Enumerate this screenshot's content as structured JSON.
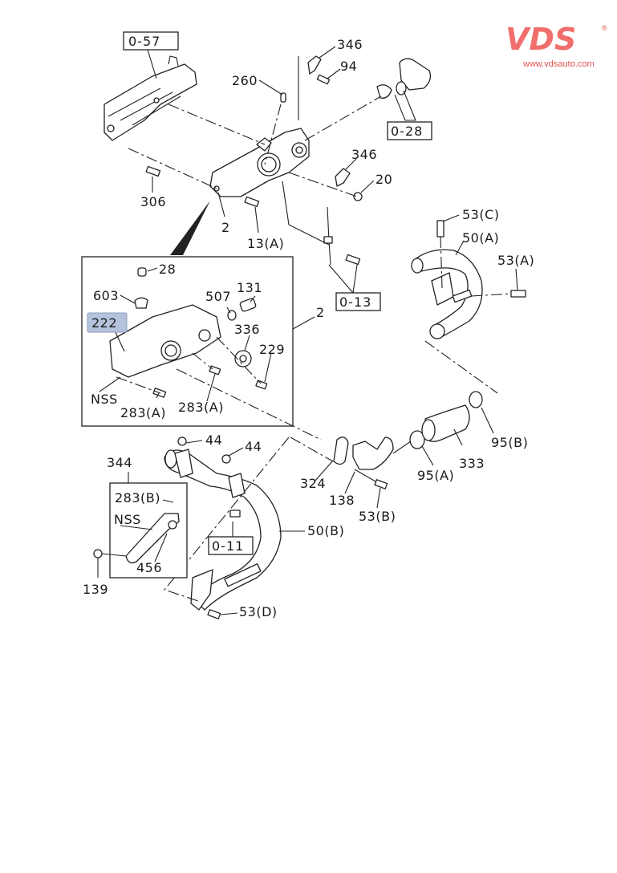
{
  "logo": {
    "brand": "VDS",
    "registered": "®",
    "url": "www.vdsauto.com",
    "color": "#f06f6c"
  },
  "highlight_color": "#b4c2dc",
  "references": {
    "r057": "0-57",
    "r028": "0-28",
    "r013": "0-13",
    "r011": "0-11"
  },
  "labels": {
    "p346a": "346",
    "p94": "94",
    "p260": "260",
    "p346b": "346",
    "p20": "20",
    "p306": "306",
    "p2a": "2",
    "p13a": "13(A)",
    "p53c": "53(C)",
    "p50a": "50(A)",
    "p53a": "53(A)",
    "p28": "28",
    "p603": "603",
    "p222": "222",
    "p507": "507",
    "p131": "131",
    "p336": "336",
    "p229": "229",
    "p2b": "2",
    "pnss1": "NSS",
    "p283a1": "283(A)",
    "p283a2": "283(A)",
    "p44a": "44",
    "p44b": "44",
    "p344": "344",
    "p283b": "283(B)",
    "pnss2": "NSS",
    "p456": "456",
    "p139": "139",
    "p50b": "50(B)",
    "p53d": "53(D)",
    "p324": "324",
    "p138": "138",
    "p53b": "53(B)",
    "p95a": "95(A)",
    "p333": "333",
    "p95b": "95(B)"
  },
  "selected_part": "222"
}
